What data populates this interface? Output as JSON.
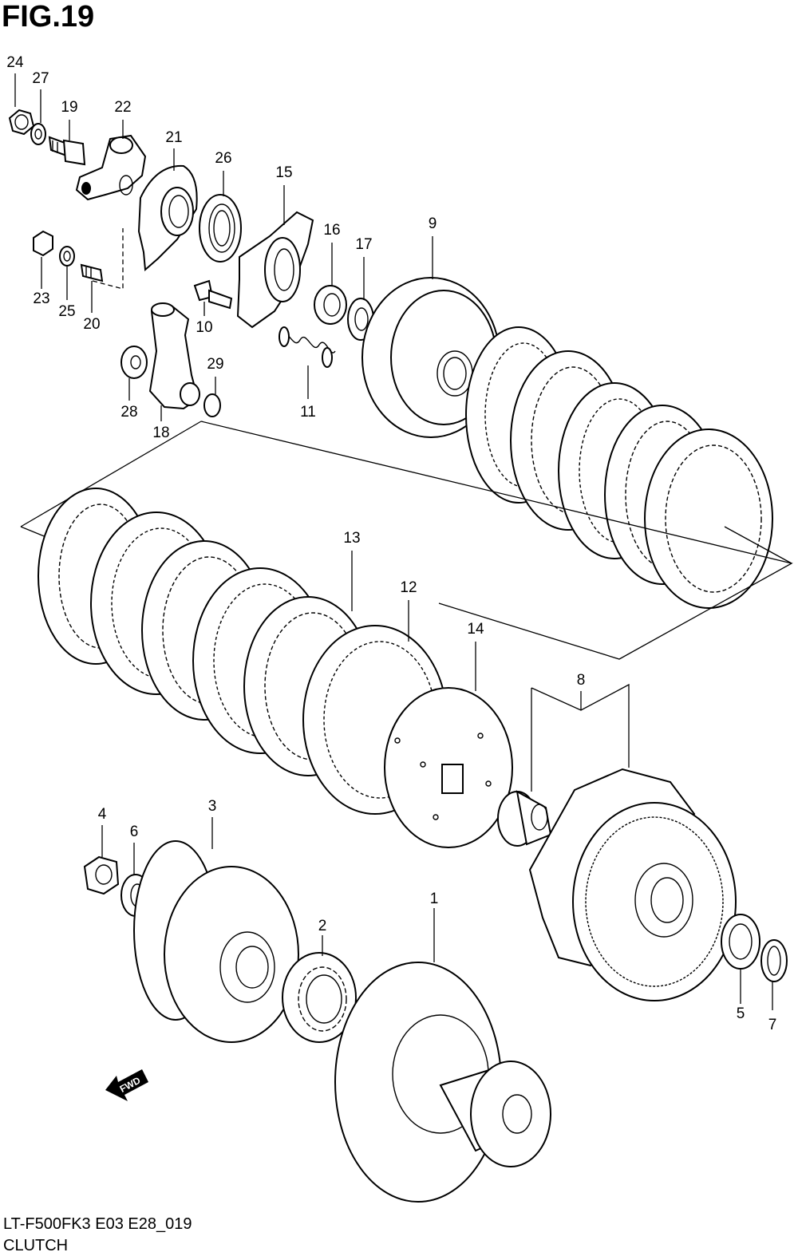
{
  "figure": {
    "title": "FIG.19",
    "code": "LT-F500FK3 E03 E28_019",
    "name": "CLUTCH"
  },
  "callouts": [
    {
      "num": "24"
    },
    {
      "num": "27"
    },
    {
      "num": "19"
    },
    {
      "num": "22"
    },
    {
      "num": "21"
    },
    {
      "num": "26"
    },
    {
      "num": "15"
    },
    {
      "num": "16"
    },
    {
      "num": "17"
    },
    {
      "num": "9"
    },
    {
      "num": "23"
    },
    {
      "num": "25"
    },
    {
      "num": "20"
    },
    {
      "num": "10"
    },
    {
      "num": "29"
    },
    {
      "num": "28"
    },
    {
      "num": "18"
    },
    {
      "num": "11"
    },
    {
      "num": "13"
    },
    {
      "num": "12"
    },
    {
      "num": "14"
    },
    {
      "num": "8"
    },
    {
      "num": "4"
    },
    {
      "num": "6"
    },
    {
      "num": "3"
    },
    {
      "num": "2"
    },
    {
      "num": "1"
    },
    {
      "num": "5"
    },
    {
      "num": "7"
    }
  ],
  "fwd_label": "FWD"
}
